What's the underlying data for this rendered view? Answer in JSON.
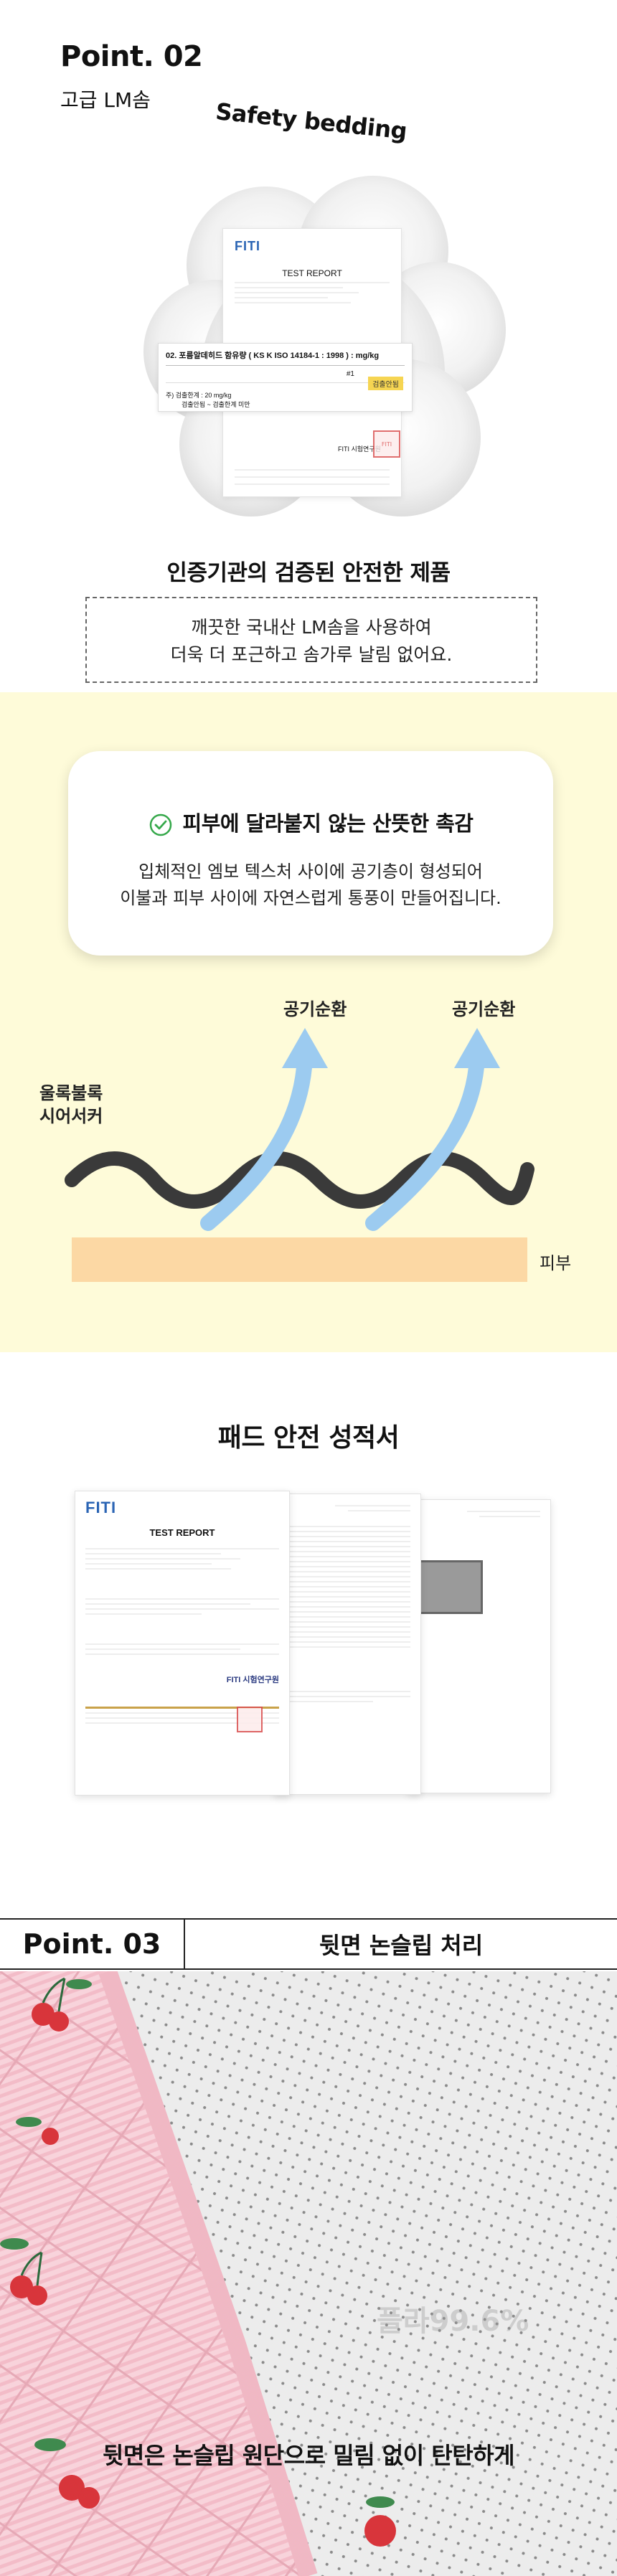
{
  "point2": {
    "title": "Point. 02",
    "subtitle": "고급 LM솜",
    "arc_text": "Safety bedding",
    "report": {
      "logo": "FITI",
      "title": "TEST REPORT",
      "test_item": "02. 포름알데히드 함유량 ( KS K ISO 14184-1 : 1998 ) : mg/kg",
      "sample": "#1",
      "result": "검출안됨",
      "note1": "주) 검출한계 : 20 mg/kg",
      "note2": "검출안됨 ~ 검출한계 미만",
      "lab": "FITI 시험연구원"
    },
    "verify_heading": "인증기관의 검증된 안전한 제품",
    "description_line1": "깨끗한 국내산 LM솜을 사용하여",
    "description_line2": "더욱 더 포근하고 솜가루 날림 없어요."
  },
  "feature": {
    "heading": "피부에 달라붙지 않는 산뜻한 촉감",
    "body_line1": "입체적인 엠보 텍스처 사이에 공기층이 형성되어",
    "body_line2": "이불과 피부 사이에 자연스럽게 통풍이 만들어집니다.",
    "airflow_label": "공기순환",
    "fabric_label_line1": "울록불록",
    "fabric_label_line2": "시어서커",
    "skin_label": "피부"
  },
  "pad_report": {
    "heading": "패드 안전 성적서",
    "logo": "FITI",
    "title": "TEST REPORT",
    "lab": "FITI 시험연구원"
  },
  "point3": {
    "title": "Point. 03",
    "subtitle": "뒷면 논슬립 처리",
    "watermark": "플라99.6%",
    "caption": "뒷면은 논슬립 원단으로 밀림 없이 탄탄하게"
  },
  "colors": {
    "section_bg": "#fefbd9",
    "arrow": "#9ccbf0",
    "skin_bar": "#fcd8a4",
    "wave": "#3a3a3a",
    "fabric_pink": "#f6c9d3",
    "fabric_grey": "#ebebeb",
    "cherry": "#d8353b",
    "check": "#35a84a"
  }
}
